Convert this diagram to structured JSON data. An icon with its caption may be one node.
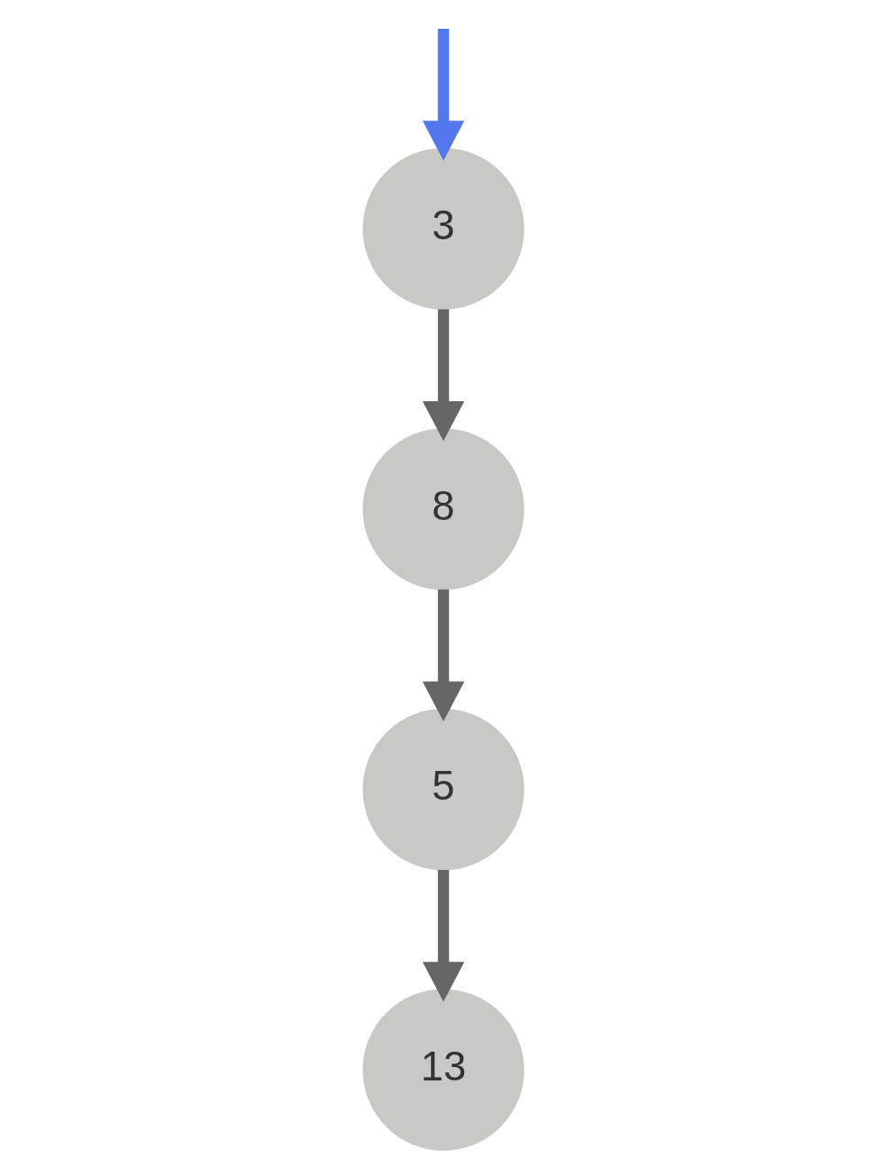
{
  "diagram": {
    "nodes": [
      {
        "text": [
          "13"
        ]
      },
      {
        "text": [
          "3"
        ]
      },
      {
        "text": [
          "5"
        ]
      },
      {
        "text": [
          "8"
        ]
      }
    ],
    "edges": [
      {
        "from": null,
        "to": 1,
        "arrow": "to",
        "color": "#5577ee"
      },
      {
        "from": 1,
        "to": 3,
        "arrow": "to"
      },
      {
        "from": 3,
        "to": 2,
        "arrow": "to"
      },
      {
        "from": 2,
        "to": 0,
        "arrow": "to"
      }
    ]
  }
}
